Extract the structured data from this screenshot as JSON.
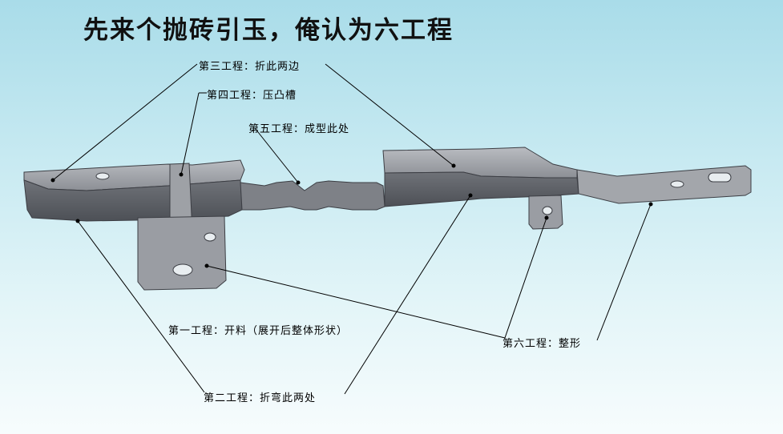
{
  "title": "先来个抛砖引玉，俺认为六工程",
  "labels": {
    "step1": "第一工程：开料（展开后整体形状）",
    "step2": "第二工程：折弯此两处",
    "step3": "第三工程：折此两边",
    "step4": "第四工程：压凸槽",
    "step5": "第五工程：成型此处",
    "step6": "第六工程：整形"
  },
  "colors": {
    "part_fill": "#8e9096",
    "part_edge": "#4a4c52",
    "part_highlight": "#c8cacf",
    "background_top": "#a9dce9"
  }
}
